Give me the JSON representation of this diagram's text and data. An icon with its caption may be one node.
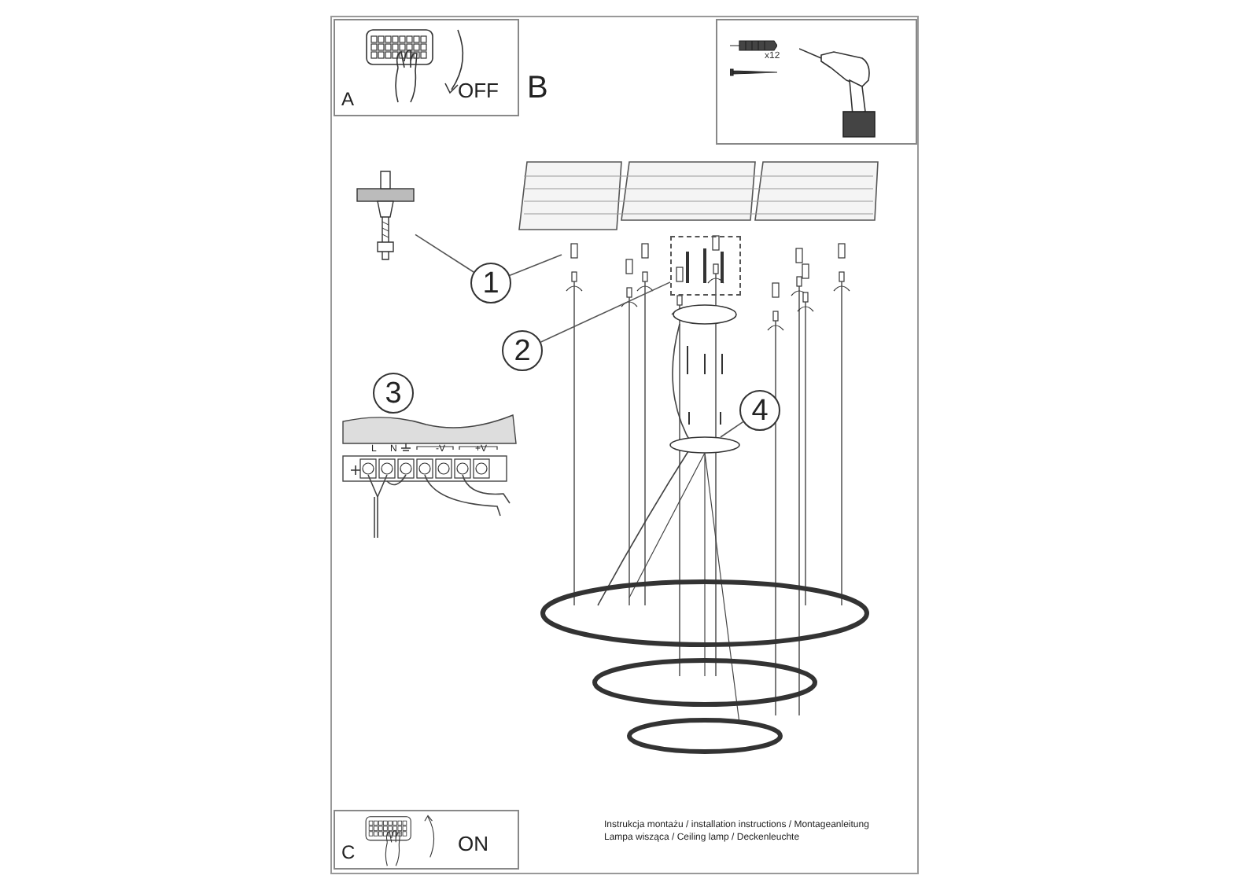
{
  "diagram": {
    "nodes": [
      {
        "text": [
          "A",
          "OFF"
        ]
      },
      {
        "text": [
          "x12"
        ]
      },
      {
        "text": [],
        "shape": "picture"
      },
      {
        "text": [
          "1"
        ]
      },
      {
        "text": [
          "2"
        ]
      },
      {
        "text": [],
        "shape": "box"
      },
      {
        "text": [
          "3"
        ]
      },
      {
        "text": [
          "4"
        ]
      },
      {
        "text": [
          "C",
          "ON"
        ]
      }
    ],
    "edges": [
      {
        "from": 3,
        "to": 2,
        "arrow": "none"
      },
      {
        "from": 3,
        "to": null,
        "arrow": "none"
      },
      {
        "from": 4,
        "to": 5,
        "arrow": "none"
      },
      {
        "from": 7,
        "to": null,
        "arrow": "none"
      }
    ],
    "labels": [
      "B",
      "L",
      "N",
      "-V",
      "+V",
      "Instrukcja montażu / installation instructions / Montageanleitung",
      "Lampa wisząca / Ceiling lamp / Deckenleuchte"
    ]
  }
}
